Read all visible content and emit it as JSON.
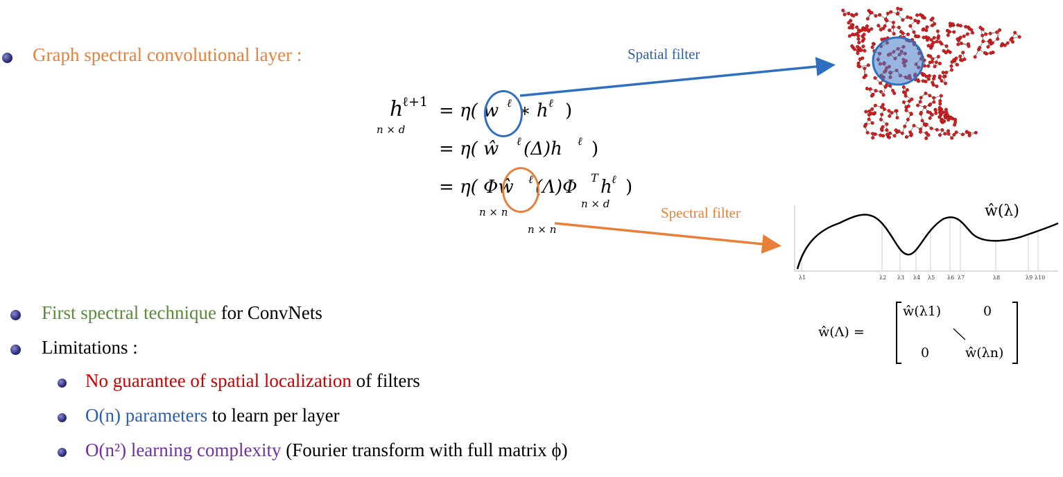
{
  "title": "Graph spectral convolutional layer :",
  "equations": {
    "lhs": "h",
    "lhs_sup": "ℓ+1",
    "lhs_sub": "n × d",
    "line1": "= η( w",
    "line1_sup": "ℓ",
    "line1_rest": "∗ h",
    "line1_rest_sup": "ℓ",
    "line1_close": ")",
    "line2": "= η( ŵ",
    "line2_sup": "ℓ",
    "line2_rest": "(Δ)h",
    "line2_rest_sup": "ℓ",
    "line2_close": ")",
    "line3": "= η( Φŵ",
    "line3_sup": "ℓ",
    "line3_rest": "(Λ)Φ",
    "line3_T": "T",
    "line3_h": "h",
    "line3_h_sup": "ℓ",
    "line3_close": ")",
    "sub_phi": "n × n",
    "sub_w": "n × n",
    "sub_h": "n × d"
  },
  "spatial_filter_label": "Spatial filter",
  "spectral_filter_label": "Spectral filter",
  "chart": {
    "curve_label": "ŵ(λ)",
    "lambda_labels": [
      "λ1",
      "λ2",
      "λ3",
      "λ4",
      "λ5",
      "λ6",
      "λ7",
      "λ8",
      "λ9",
      "λ10"
    ]
  },
  "matrix": {
    "lhs": "ŵ(Λ) =",
    "top_left": "ŵ(λ1)",
    "top_right": "0",
    "bottom_left": "0",
    "bottom_right": "ŵ(λn)"
  },
  "bullets": {
    "first_highlight": "First spectral technique",
    "first_rest": " for ConvNets",
    "limitations": "Limitations :",
    "sub1_highlight": "No guarantee of spatial localization",
    "sub1_rest": " of filters",
    "sub2_highlight": "O(n) parameters",
    "sub2_rest": " to learn per layer",
    "sub3_highlight": "O(n²) learning complexity",
    "sub3_rest": " (Fourier transform with full matrix ϕ)"
  },
  "colors": {
    "orange": "#E8803A",
    "blue": "#2E5EA8",
    "green": "#5A8A3A",
    "red": "#CC0000",
    "purple": "#7030A0"
  }
}
